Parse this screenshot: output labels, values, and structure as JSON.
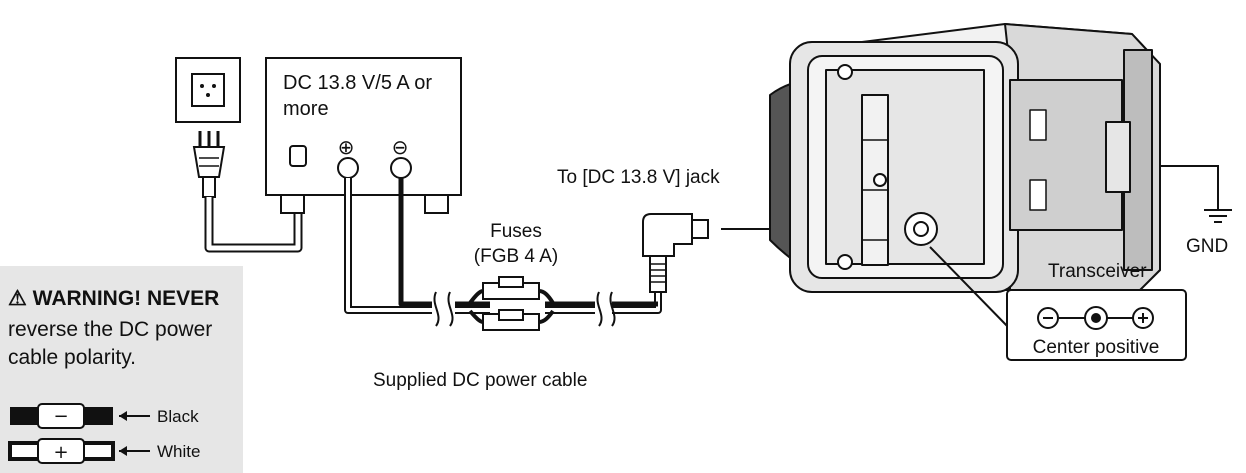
{
  "power_supply": {
    "label": "DC 13.8 V/5 A or more",
    "positive_symbol": "⊕",
    "negative_symbol": "⊖"
  },
  "labels": {
    "jack": "To [DC 13.8 V] jack",
    "fuses_line1": "Fuses",
    "fuses_line2": "(FGB 4 A)",
    "cable": "Supplied DC power cable",
    "gnd": "GND",
    "transceiver": "Transceiver",
    "center_positive": "Center positive"
  },
  "warning": {
    "title": "⚠ WARNING! NEVER",
    "text": "reverse the DC power cable polarity.",
    "legend": [
      {
        "symbol": "−",
        "wire_color": "Black"
      },
      {
        "symbol": "+",
        "wire_color": "White"
      }
    ]
  },
  "colors": {
    "line": "#111111",
    "warning_bg": "#e6e6e6",
    "device_gray": "#d9d9d9",
    "device_dark": "#8c8c8c"
  }
}
